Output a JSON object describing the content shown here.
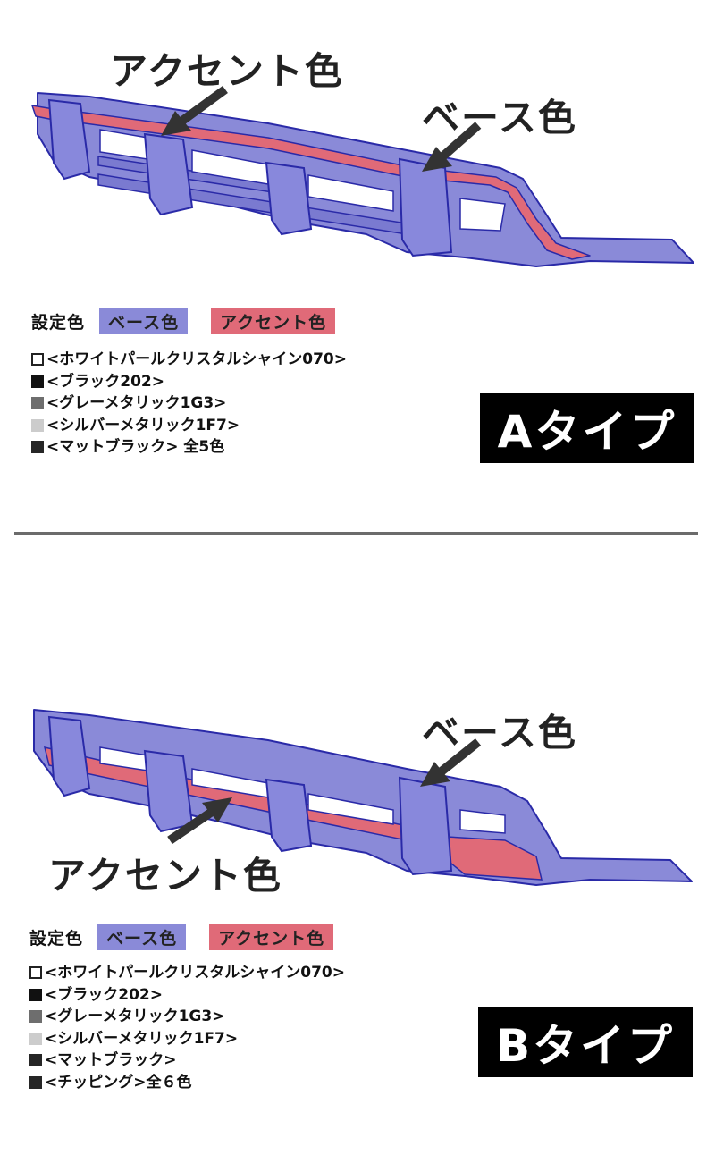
{
  "colors": {
    "base": "#8a8ad8",
    "accent": "#e06a78",
    "outline": "#2a2aa8",
    "white_swatch": "#ffffff",
    "black_swatch": "#111111",
    "gray_swatch": "#6e6e6e",
    "silver_swatch": "#cccccc",
    "matte_swatch": "#262626"
  },
  "legend": {
    "setting_label": "設定色",
    "base_label": "ベース色",
    "accent_label": "アクセント色"
  },
  "type_a": {
    "callout_accent": "アクセント色",
    "callout_base": "ベース色",
    "badge": "Aタイプ",
    "colors": [
      {
        "swatch": "white",
        "text": "<ホワイトパールクリスタルシャイン070>"
      },
      {
        "swatch": "black",
        "text": "<ブラック202>"
      },
      {
        "swatch": "gray",
        "text": "<グレーメタリック1G3>"
      },
      {
        "swatch": "silver",
        "text": "<シルバーメタリック1F7>"
      },
      {
        "swatch": "matte",
        "text": "<マットブラック> 全5色"
      }
    ]
  },
  "type_b": {
    "callout_accent": "アクセント色",
    "callout_base": "ベース色",
    "badge": "Bタイプ",
    "colors": [
      {
        "swatch": "white",
        "text": "<ホワイトパールクリスタルシャイン070>"
      },
      {
        "swatch": "black",
        "text": "<ブラック202>"
      },
      {
        "swatch": "gray",
        "text": "<グレーメタリック1G3>"
      },
      {
        "swatch": "silver",
        "text": "<シルバーメタリック1F7>"
      },
      {
        "swatch": "matte",
        "text": "<マットブラック>"
      },
      {
        "swatch": "matte",
        "text": "<チッピング>全６色"
      }
    ]
  }
}
